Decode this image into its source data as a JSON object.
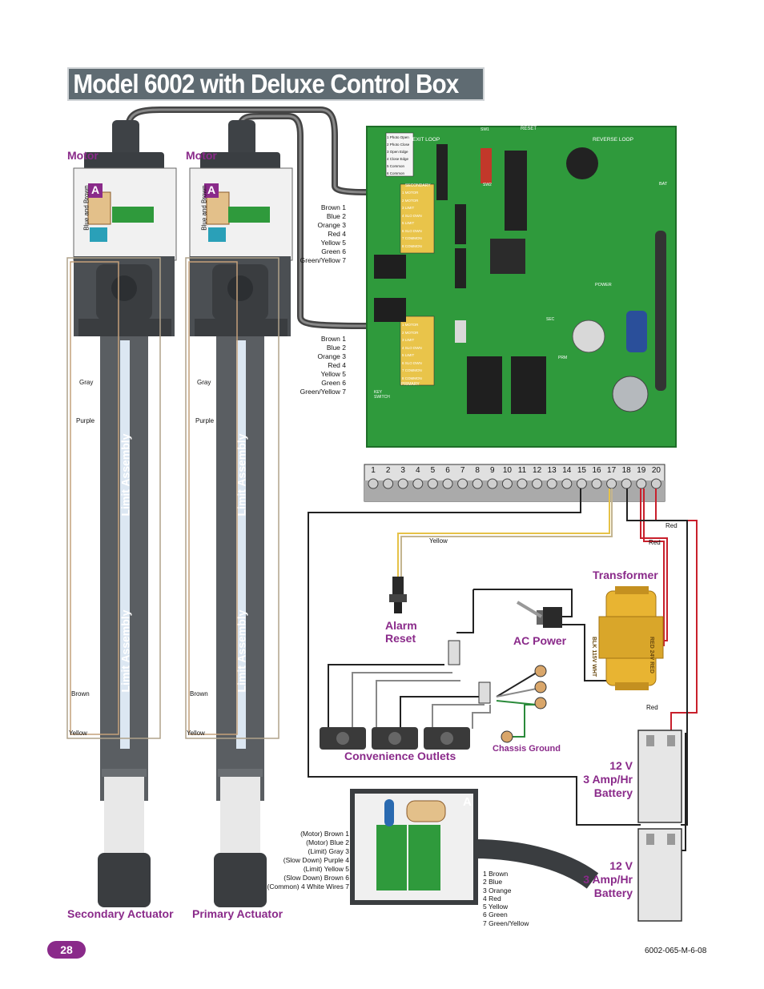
{
  "title": "Model 6002 with Deluxe Control Box",
  "labels": {
    "motor_left": "Motor",
    "motor_right": "Motor",
    "blue_brown_left": "Blue and Brown",
    "blue_brown_right": "Blue and Brown",
    "box_marker": "A",
    "gray": "Gray",
    "purple": "Purple",
    "brown": "Brown",
    "yellow": "Yellow",
    "limit_assembly": "Limit Assembly",
    "secondary_actuator": "Secondary Actuator",
    "primary_actuator": "Primary Actuator",
    "transformer": "Transformer",
    "alarm_reset_1": "Alarm",
    "alarm_reset_2": "Reset",
    "ac_power": "AC Power",
    "convenience_outlets": "Convenience Outlets",
    "chassis_ground": "Chassis Ground",
    "battery_1_line1": "12 V",
    "battery_1_line2": "3 Amp/Hr",
    "battery_1_line3": "Battery",
    "battery_2_line1": "12 V",
    "battery_2_line2": "3 Amp/Hr",
    "battery_2_line3": "Battery",
    "red_1": "Red",
    "red_2": "Red",
    "red_3": "Red",
    "yellow_wire": "Yellow",
    "transformer_left": "BLK 115V WHT",
    "transformer_right": "RED 24V RED"
  },
  "wires_upper": [
    "Brown 1",
    "Blue 2",
    "Orange 3",
    "Red 4",
    "Yellow 5",
    "Green 6",
    "Green/Yellow 7"
  ],
  "wires_lower": [
    "Brown 1",
    "Blue 2",
    "Orange 3",
    "Red 4",
    "Yellow 5",
    "Green 6",
    "Green/Yellow 7"
  ],
  "box_left_wires": [
    "(Motor) Brown 1",
    "(Motor) Blue 2",
    "(Limit) Gray 3",
    "(Slow Down) Purple 4",
    "(Limit) Yellow 5",
    "(Slow Down) Brown 6",
    "(Common) 4 White Wires 7"
  ],
  "box_right_wires": [
    "1 Brown",
    "2 Blue",
    "3 Orange",
    "4 Red",
    "5 Yellow",
    "6 Green",
    "7 Green/Yellow"
  ],
  "board": {
    "exit_loop": "EXIT LOOP",
    "reverse_loop": "REVERSE LOOP",
    "reset": "RESET",
    "sw1": "SW1",
    "sw2": "SW2",
    "secondary": "SECONDARY",
    "primary": "PRIMARY",
    "key_switch": "KEY SWITCH",
    "bat": "BAT",
    "power": "POWER",
    "sec": "SEC",
    "prm": "PRM",
    "inputs": [
      "1 Photo Open",
      "2 Photo Close",
      "3 Open Edge",
      "4 Close Edge",
      "5 Common",
      "6 Common"
    ],
    "sec_term": [
      "1 MOTOR",
      "2 MOTOR",
      "3 LIMIT",
      "4 SLO DWN",
      "5 LIMIT",
      "6 SLO DWN",
      "7 COMMON",
      "8 COMMON"
    ],
    "prm_term": [
      "1 MOTOR",
      "2 MOTOR",
      "3 LIMIT",
      "4 SLO DWN",
      "5 LIMIT",
      "6 SLO DWN",
      "7 COMMON",
      "8 COMMON"
    ]
  },
  "terminal_numbers": [
    "1",
    "2",
    "3",
    "4",
    "5",
    "6",
    "7",
    "8",
    "9",
    "10",
    "11",
    "12",
    "13",
    "14",
    "15",
    "16",
    "17",
    "18",
    "19",
    "20"
  ],
  "page_number": "28",
  "doc_id": "6002-065-M-6-08",
  "colors": {
    "board_green": "#2f9a3c",
    "purple_accent": "#8a2a8a",
    "title_bg": "#5f6b72",
    "actuator_dark": "#5a5e62",
    "wire_red": "#c8202c",
    "transformer_yellow": "#e8b432"
  }
}
